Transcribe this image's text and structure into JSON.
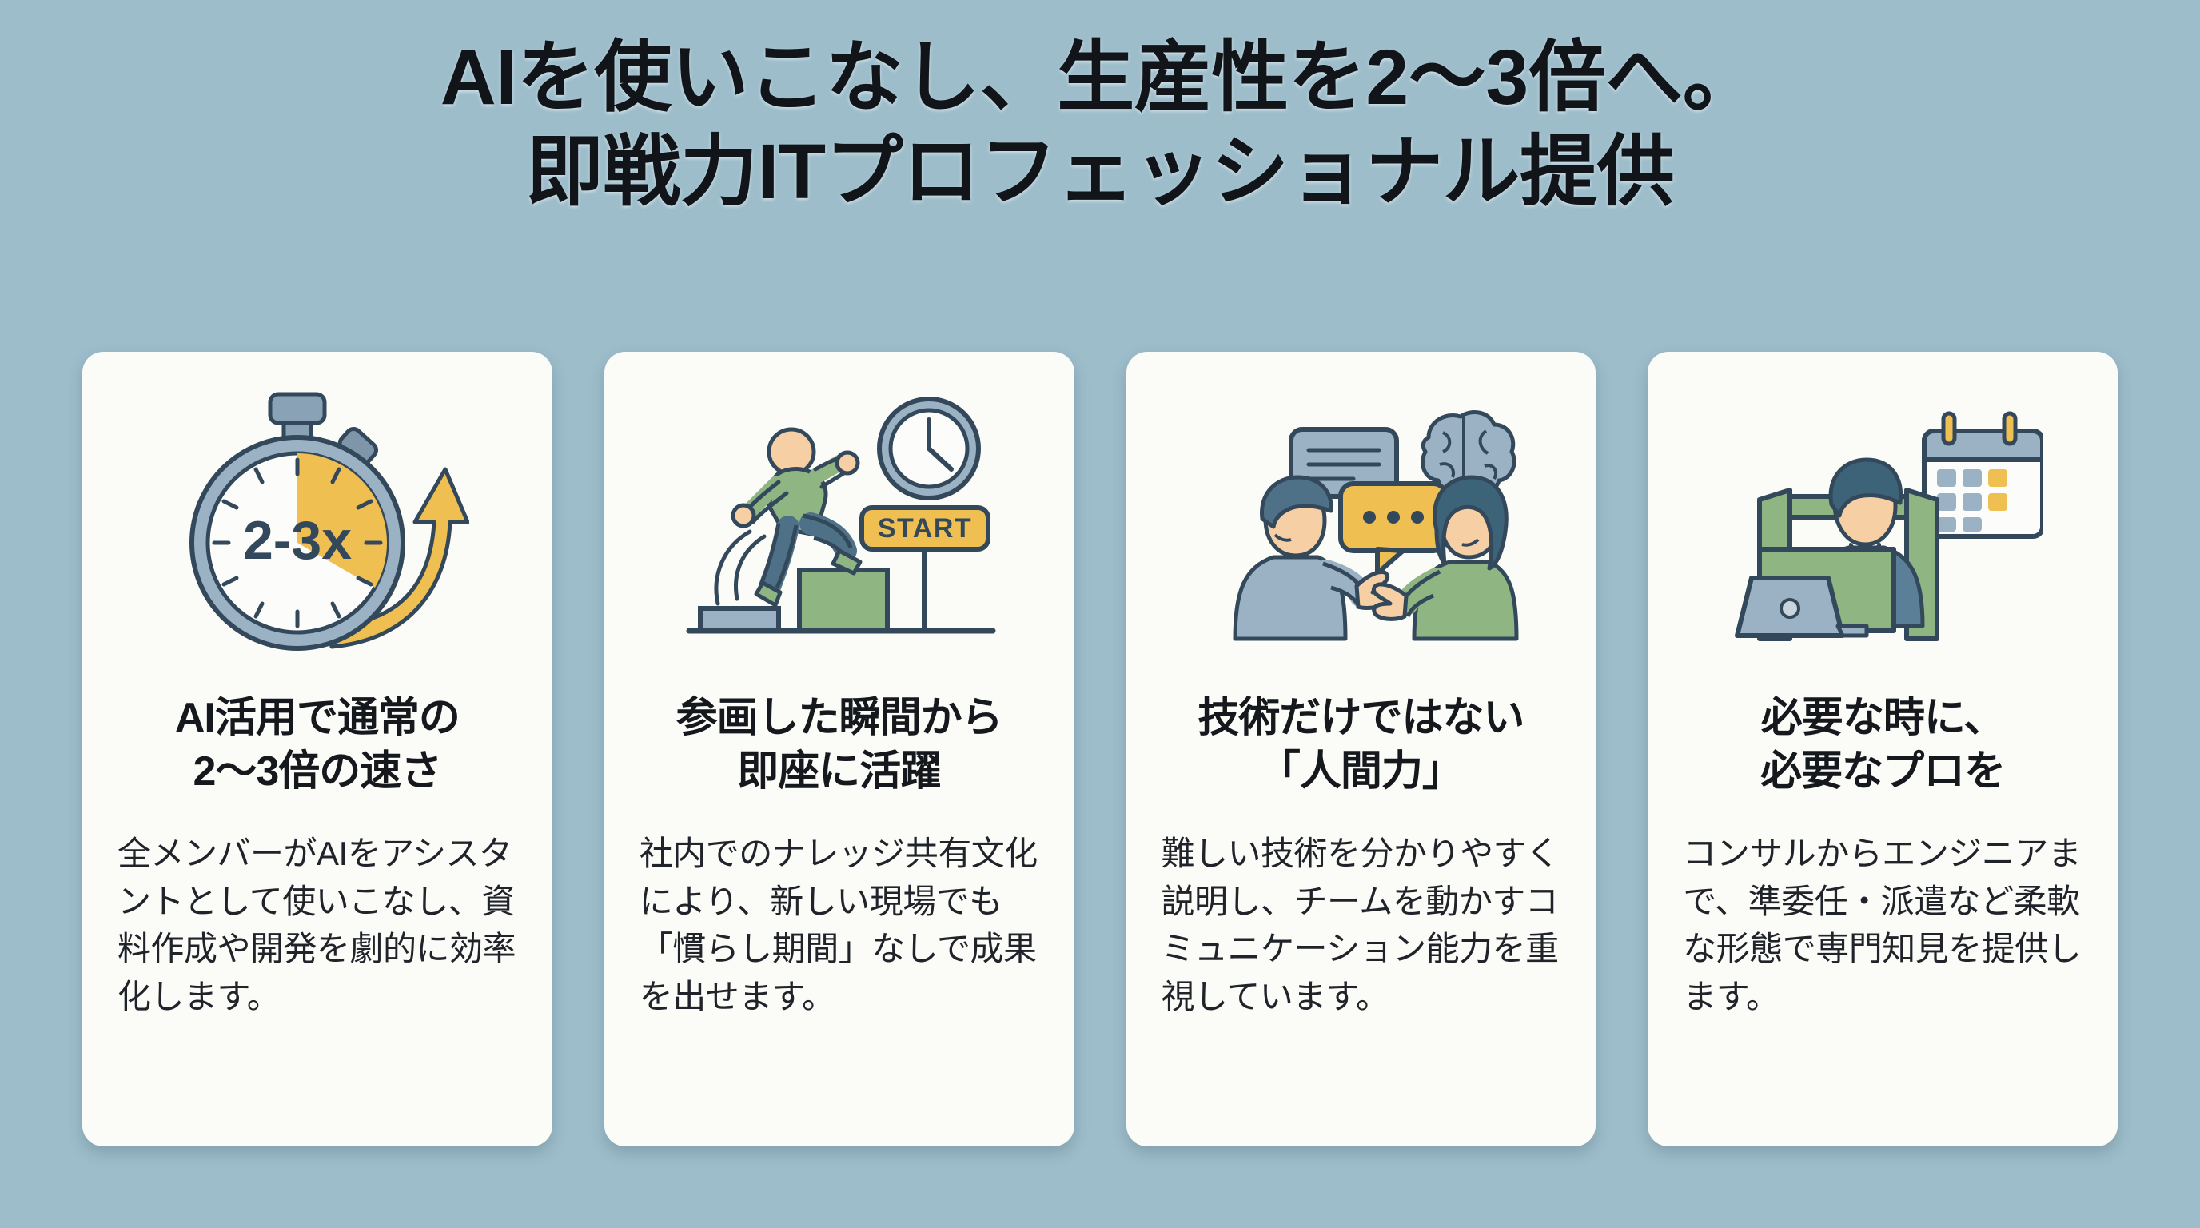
{
  "background_color": "#9dbdcb",
  "headline": {
    "line1": "AIを使いこなし、生産性を2〜3倍へ。",
    "line2": "即戦力ITプロフェッショナル提供"
  },
  "palette": {
    "card_bg": "#fbfbf8",
    "ink": "#33495b",
    "steel_blue": "#9bb2c4",
    "accent_yellow": "#efbf52",
    "green": "#8fb583",
    "skin": "#f6cfa4",
    "text_dark": "#15181c"
  },
  "cards": [
    {
      "icon_name": "stopwatch-2-3x-growth-arrow-icon",
      "icon_label": "2-3x",
      "title": "AI活用で通常の\n2〜3倍の速さ",
      "title_line1": "AI活用で通常の",
      "title_line2": "2〜3倍の速さ",
      "body": "全メンバーがAIをアシスタントとして使いこなし、資料作成や開発を劇的に効率化します。"
    },
    {
      "icon_name": "runner-start-sign-clock-icon",
      "icon_label": "START",
      "title": "参画した瞬間から\n即座に活躍",
      "title_line1": "参画した瞬間から",
      "title_line2": "即座に活躍",
      "body": "社内でのナレッジ共有文化により、新しい現場でも「慣らし期間」なしで成果を出せます。"
    },
    {
      "icon_name": "two-people-talking-brain-speech-bubbles-icon",
      "icon_label": "",
      "title": "技術だけではない\n「人間力」",
      "title_line1": "技術だけではない",
      "title_line2": "「人間力」",
      "body": "難しい技術を分かりやすく説明し、チームを動かすコミュニケーション能力を重視しています。"
    },
    {
      "icon_name": "businessman-toolbox-laptop-calendar-icon",
      "icon_label": "",
      "title": "必要な時に、\n必要なプロを",
      "title_line1": "必要な時に、",
      "title_line2": "必要なプロを",
      "body": "コンサルからエンジニアまで、準委任・派遣など柔軟な形態で専門知見を提供します。"
    }
  ]
}
